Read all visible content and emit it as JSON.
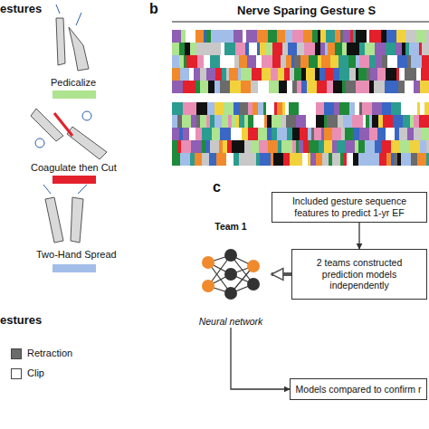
{
  "diagram": {
    "nodes": [
      {
        "text": [
          "Included gesture sequence features to predict 1-yr EF"
        ]
      },
      {
        "text": [
          "2 teams constructed prediction models independently"
        ]
      },
      {
        "text": [
          "Team 1",
          "Neural network"
        ]
      },
      {
        "text": [
          "Models compared to confirm r"
        ]
      }
    ],
    "edges": [
      {
        "from": 0,
        "to": 1,
        "arrow": "to"
      },
      {
        "from": 1,
        "to": 2,
        "arrow": "to"
      },
      {
        "from": 2,
        "to": 3,
        "arrow": "to"
      }
    ],
    "labels": [
      "estures",
      "b",
      "Nerve Sparing Gesture S",
      "c",
      "estures"
    ],
    "legend": [
      {
        "text": "Pedicalize",
        "color": "#aee38f"
      },
      {
        "text": "Coagulate then Cut",
        "color": "#e3202b"
      },
      {
        "text": "Two-Hand Spread",
        "color": "#a3bde9"
      },
      {
        "text": "Retraction",
        "color": "#6b6b6b"
      },
      {
        "text": "Clip",
        "color": "#ffffff"
      }
    ]
  }
}
